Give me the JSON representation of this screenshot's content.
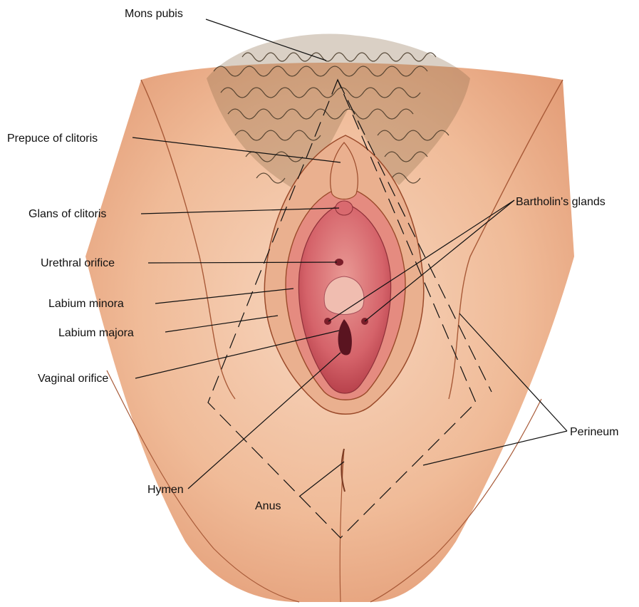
{
  "diagram": {
    "labels": {
      "mons_pubis": "Mons pubis",
      "prepuce_of_clitoris": "Prepuce of clitoris",
      "glans_of_clitoris": "Glans of clitoris",
      "urethral_orifice": "Urethral orifice",
      "labium_minora": "Labium minora",
      "labium_majora": "Labium majora",
      "vaginal_orifice": "Vaginal orifice",
      "hymen": "Hymen",
      "anus": "Anus",
      "bartholins_glands": "Bartholin's glands",
      "perineum": "Perineum"
    },
    "colors": {
      "skin": "#f2c3a4",
      "skin_shadow": "#d88a62",
      "outline": "#9a4a2a",
      "hair": "#4a3a28",
      "mucosa": "#d96a6f",
      "mucosa_dark": "#b8424c",
      "mucosa_light": "#efb0a8"
    }
  }
}
